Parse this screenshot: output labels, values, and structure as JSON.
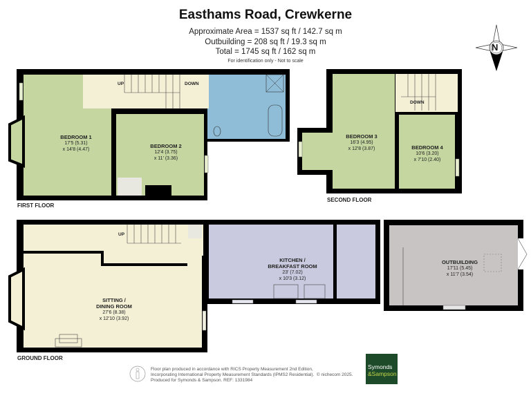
{
  "header": {
    "title": "Easthams Road, Crewkerne",
    "approx_area": "Approximate Area = 1537 sq ft / 142.7 sq m",
    "outbuilding_area": "Outbuilding = 208 sq ft / 19.3 sq m",
    "total_area": "Total = 1745 sq ft / 162 sq m",
    "note": "For identification only - Not to scale"
  },
  "compass": {
    "label": "N",
    "icon": "compass-rose-icon"
  },
  "floors": {
    "first": {
      "label": "FIRST FLOOR",
      "rooms": [
        {
          "name": "BEDROOM 1",
          "dim1": "17'5 (5.31)",
          "dim2": "x 14'8 (4.47)"
        },
        {
          "name": "BEDROOM 2",
          "dim1": "12'4 (3.75)",
          "dim2": "x 11' (3.36)"
        }
      ],
      "stairs": {
        "up": "UP",
        "down": "DOWN"
      }
    },
    "second": {
      "label": "SECOND FLOOR",
      "rooms": [
        {
          "name": "BEDROOM 3",
          "dim1": "16'3 (4.95)",
          "dim2": "x 12'8 (3.87)"
        },
        {
          "name": "BEDROOM 4",
          "dim1": "10'6 (3.20)",
          "dim2": "x 7'10 (2.40)"
        }
      ],
      "stairs": {
        "down": "DOWN"
      }
    },
    "ground": {
      "label": "GROUND FLOOR",
      "rooms": [
        {
          "name": "SITTING /",
          "name2": "DINING ROOM",
          "dim1": "27'6 (8.38)",
          "dim2": "x 12'10 (3.92)"
        },
        {
          "name": "KITCHEN /",
          "name2": "BREAKFAST ROOM",
          "dim1": "23' (7.02)",
          "dim2": "x 10'3 (3.12)"
        }
      ],
      "stairs": {
        "up": "UP"
      }
    },
    "outbuilding": {
      "rooms": [
        {
          "name": "OUTBUILDING",
          "dim1": "17'11 (5.45)",
          "dim2": "x 11'7 (3.54)"
        }
      ]
    }
  },
  "footer": {
    "line1": "Floor plan produced in accordance with RICS Property Measurement 2nd Edition,",
    "line2": "Incorporating International Property Measurement Standards (IPMS2 Residential).",
    "copyright": "© nichecom 2025.",
    "line3": "Produced for Symonds & Sampson.   REF: 1331984",
    "brand_line1": "Symonds",
    "brand_line2": "&Sampson"
  },
  "colors": {
    "bedroom": "#c5d6a1",
    "landing": "#f4f0d6",
    "bathroom": "#8fbcd6",
    "kitchen": "#c9c9df",
    "outbuilding": "#c8c4c4",
    "wall": "#000000",
    "brand": "#1d4a28"
  }
}
